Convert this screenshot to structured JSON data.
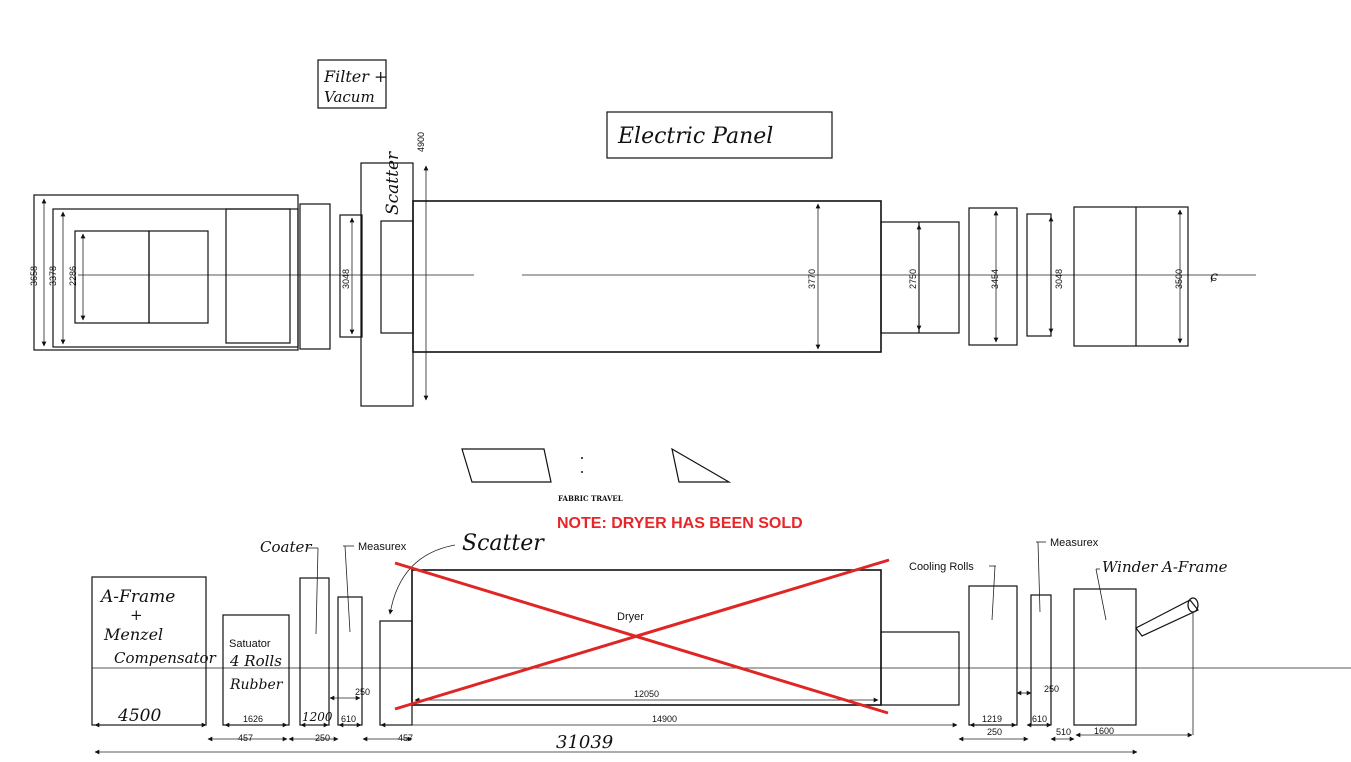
{
  "top_view": {
    "filter_label_1": "Filter +",
    "filter_label_2": "Vacum",
    "electric_panel": "Electric Panel",
    "scatter": "Scatter",
    "dims": {
      "d3658": "3658",
      "d3378": "3378",
      "d2286": "2286",
      "d3048a": "3048",
      "d4900": "4900",
      "d3770": "3770",
      "d2750": "2750",
      "d3454": "3454",
      "d3048b": "3048",
      "d3500": "3500"
    },
    "centerline_mark": "ɕ"
  },
  "fabric_travel": "FABRIC TRAVEL",
  "note": "NOTE: DRYER HAS BEEN SOLD",
  "side_view": {
    "aframe_1": "A-Frame",
    "aframe_2": "+",
    "aframe_3": "Menzel",
    "aframe_4": "Compensator",
    "saturator_1": "Satuator",
    "saturator_2": "4 Rolls",
    "saturator_3": "Rubber",
    "coater": "Coater",
    "measurex_left": "Measurex",
    "scatter": "Scatter",
    "dryer": "Dryer",
    "cooling_rolls": "Cooling Rolls",
    "measurex_right": "Measurex",
    "winder": "Winder A-Frame",
    "dims": {
      "d4500": "4500",
      "d1626": "1626",
      "d457a": "457",
      "d1200": "1200",
      "d250a": "250",
      "d250b": "250",
      "d610a": "610",
      "d457b": "457",
      "d12050": "12050",
      "d14900": "14900",
      "d31039": "31039",
      "d1219": "1219",
      "d250c": "250",
      "d250d": "250",
      "d610b": "610",
      "d510": "510",
      "d1600": "1600"
    }
  }
}
